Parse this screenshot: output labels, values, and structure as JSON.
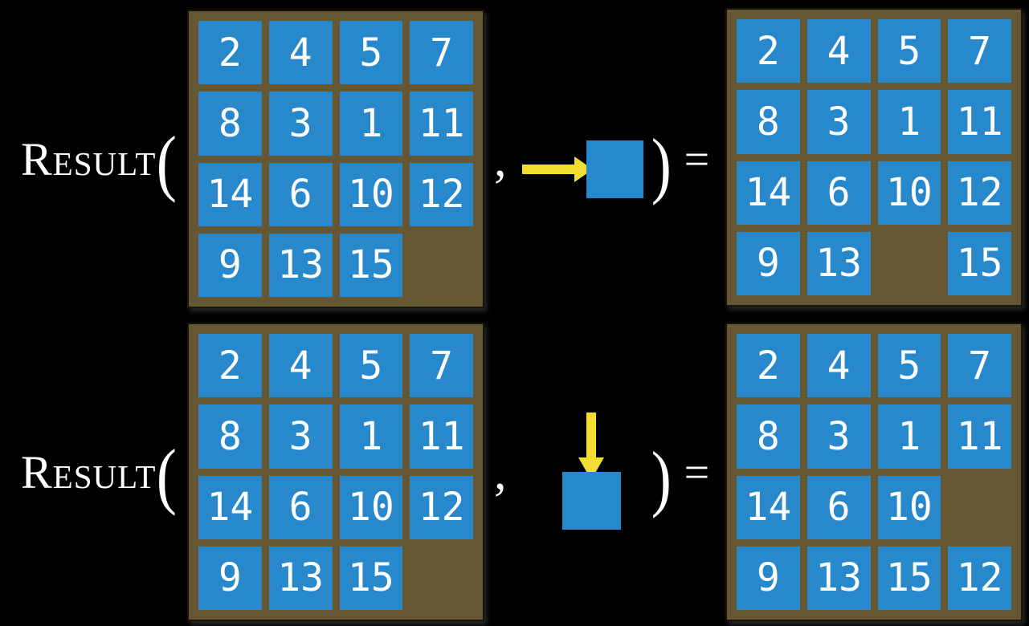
{
  "colors": {
    "background": "#000000",
    "board_frame": "#665733",
    "board_border": "#17130b",
    "tile_blue": "#2789cb",
    "tile_number": "#ffffff",
    "arrow_yellow": "#f2de31",
    "text": "#ffffff"
  },
  "rows": [
    {
      "label": "Result",
      "open_paren": "(",
      "comma": ",",
      "move_direction": "right",
      "move_icon": "arrow-right-icon",
      "close_paren": ")",
      "equals": "=",
      "start_state": [
        [
          "2",
          "4",
          "5",
          "7"
        ],
        [
          "8",
          "3",
          "1",
          "11"
        ],
        [
          "14",
          "6",
          "10",
          "12"
        ],
        [
          "9",
          "13",
          "15",
          ""
        ]
      ],
      "result_state": [
        [
          "2",
          "4",
          "5",
          "7"
        ],
        [
          "8",
          "3",
          "1",
          "11"
        ],
        [
          "14",
          "6",
          "10",
          "12"
        ],
        [
          "9",
          "13",
          "",
          "15"
        ]
      ]
    },
    {
      "label": "Result",
      "open_paren": "(",
      "comma": ",",
      "move_direction": "down",
      "move_icon": "arrow-down-icon",
      "close_paren": ")",
      "equals": "=",
      "start_state": [
        [
          "2",
          "4",
          "5",
          "7"
        ],
        [
          "8",
          "3",
          "1",
          "11"
        ],
        [
          "14",
          "6",
          "10",
          "12"
        ],
        [
          "9",
          "13",
          "15",
          ""
        ]
      ],
      "result_state": [
        [
          "2",
          "4",
          "5",
          "7"
        ],
        [
          "8",
          "3",
          "1",
          "11"
        ],
        [
          "14",
          "6",
          "10",
          ""
        ],
        [
          "9",
          "13",
          "15",
          "12"
        ]
      ]
    }
  ]
}
